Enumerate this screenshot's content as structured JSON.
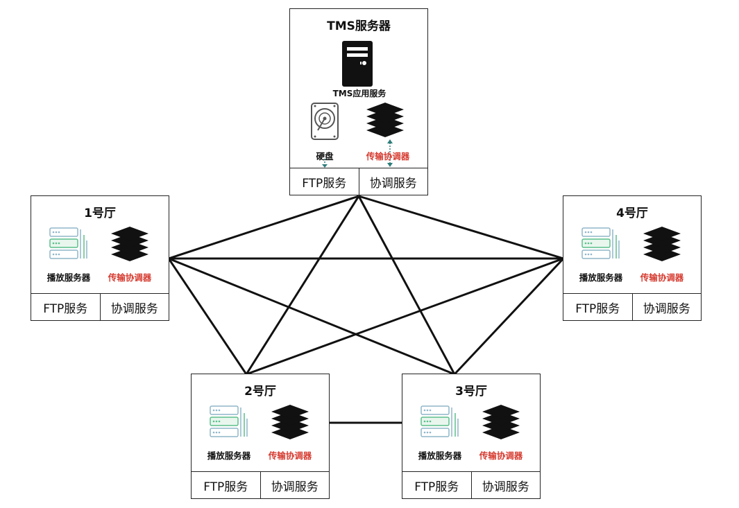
{
  "tms": {
    "title": "TMS服务器",
    "app_label": "TMS应用服务",
    "disk_label": "硬盘",
    "coordinator_label": "传输协调器",
    "ftp_label": "FTP服务",
    "coord_service_label": "协调服务"
  },
  "halls": [
    {
      "title": "1号厅",
      "server_label": "播放服务器",
      "coordinator_label": "传输协调器",
      "ftp_label": "FTP服务",
      "coord_service_label": "协调服务"
    },
    {
      "title": "2号厅",
      "server_label": "播放服务器",
      "coordinator_label": "传输协调器",
      "ftp_label": "FTP服务",
      "coord_service_label": "协调服务"
    },
    {
      "title": "3号厅",
      "server_label": "播放服务器",
      "coordinator_label": "传输协调器",
      "ftp_label": "FTP服务",
      "coord_service_label": "协调服务"
    },
    {
      "title": "4号厅",
      "server_label": "播放服务器",
      "coordinator_label": "传输协调器",
      "ftp_label": "FTP服务",
      "coord_service_label": "协调服务"
    }
  ],
  "colors": {
    "line": "#111111",
    "accent_red": "#d63b30",
    "arrow_teal": "#2e7d7a",
    "server_green": "#5bbf8a",
    "server_blue": "#8fb6c9"
  }
}
